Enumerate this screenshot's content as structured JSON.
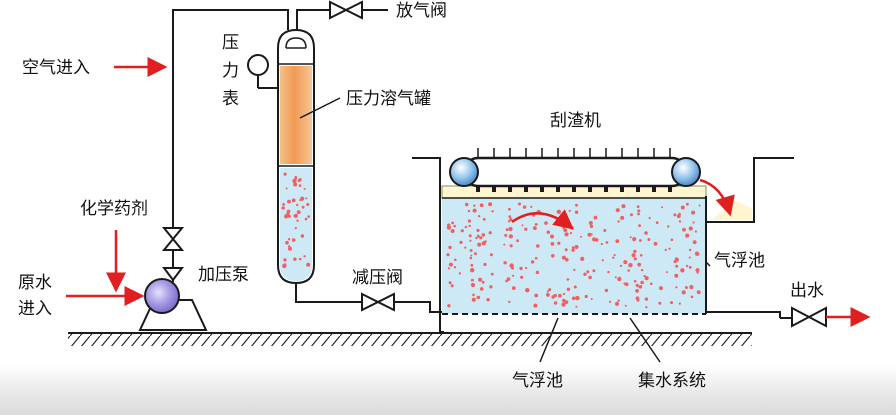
{
  "labels": {
    "vent_valve": "放气阀",
    "air_inlet": "空气进入",
    "pressure_gauge": [
      "压",
      "力",
      "表"
    ],
    "tank": "压力溶气罐",
    "scraper": "刮渣机",
    "chemicals": "化学药剂",
    "raw_water": [
      "原水",
      "进入"
    ],
    "pump": "加压泵",
    "reducing_valve": "减压阀",
    "flotation_tank_right": "气浮池",
    "outlet": "出水",
    "flotation_tank_bottom": "气浮池",
    "collection_system": "集水系统"
  },
  "colors": {
    "line": "#1a1a1a",
    "arrow": "#e02020",
    "water": "#cde9f6",
    "tank_fill": "#f0a060",
    "bubble": "#f06060",
    "pump": "#9f93dd"
  }
}
